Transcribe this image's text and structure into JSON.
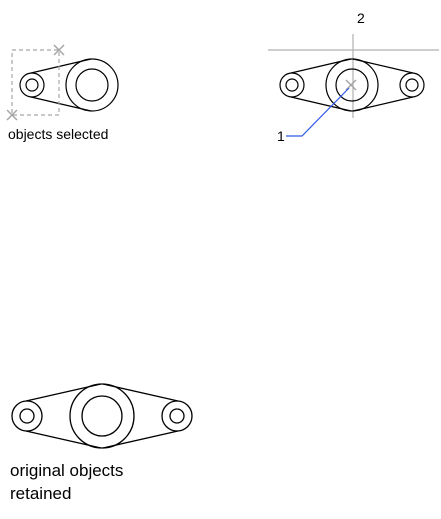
{
  "panels": {
    "selection": {
      "caption": "objects selected"
    },
    "mirror_line": {
      "callout_1": "1",
      "callout_2": "2"
    },
    "result": {
      "caption": "original objects retained"
    }
  },
  "colors": {
    "outline": "#000000",
    "selection_window": "#a6a6a6",
    "grip_marker": "#a6a6a6",
    "leader_line": "#2f59e8",
    "axis_line": "#b0b0b0",
    "background": "#ffffff"
  }
}
